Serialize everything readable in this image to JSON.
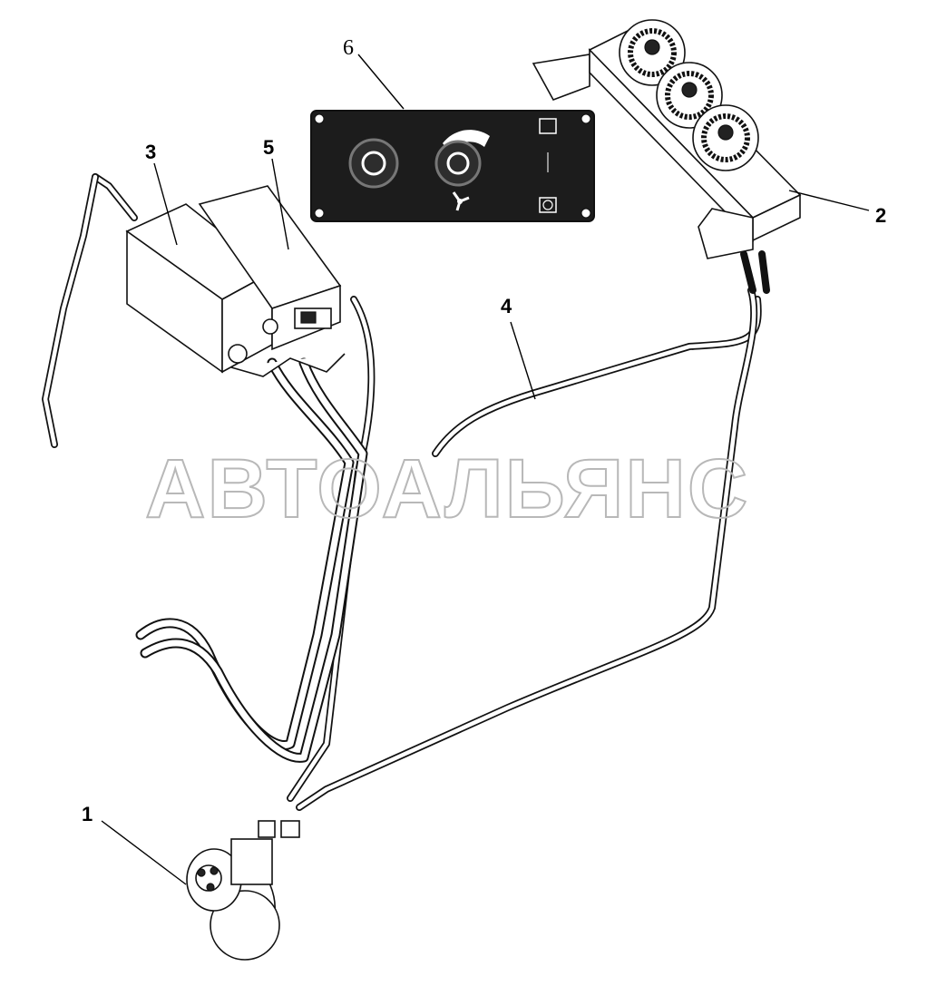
{
  "watermark": "АВТОАЛЬЯНС",
  "labels": {
    "l1": "1",
    "l2": "2",
    "l3": "3",
    "l4": "4",
    "l5": "5",
    "l6": "6"
  },
  "colors": {
    "line": "#111111",
    "watermark": "#b8b8b8",
    "panel": "#1c1c1c"
  },
  "icons": {
    "panel_fan": "fan-icon",
    "panel_knob_left": "temperature-knob-icon",
    "panel_knob_right": "fan-speed-knob-icon",
    "panel_switch": "ac-switch-icon"
  }
}
